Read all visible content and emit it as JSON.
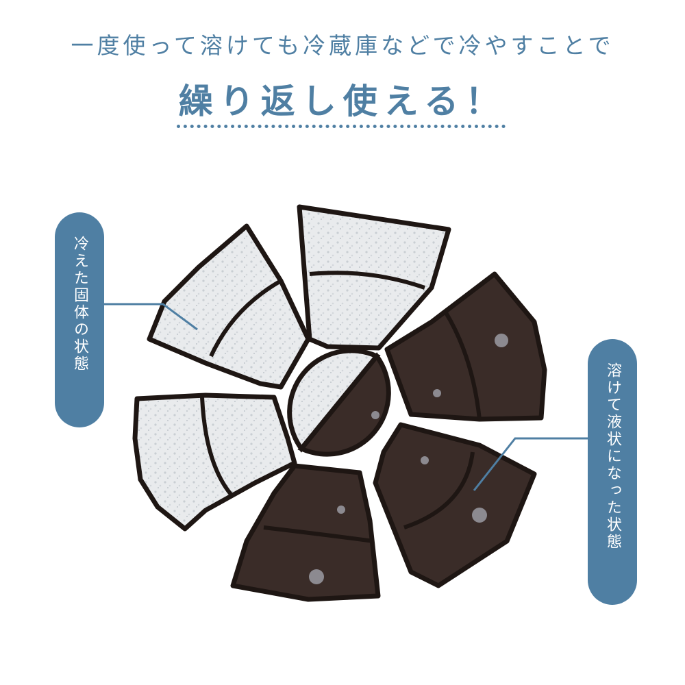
{
  "headline": "一度使って溶けても冷蔵庫などで冷やすことで",
  "subheadline": "繰り返し使える！",
  "callout_left": "冷えた固体の状態",
  "callout_right": "溶けて液状になった状態",
  "colors": {
    "accent_blue": "#4f7fa3",
    "frozen_fill": "#e6e8ea",
    "liquid_fill": "#3a2c28",
    "frame": "#1e1613"
  },
  "image": {
    "description_icon": "flower-shaped-ice-gel-pack",
    "frozen_half": "white-frozen-segments",
    "liquid_half": "dark-brown-liquid-segments"
  }
}
